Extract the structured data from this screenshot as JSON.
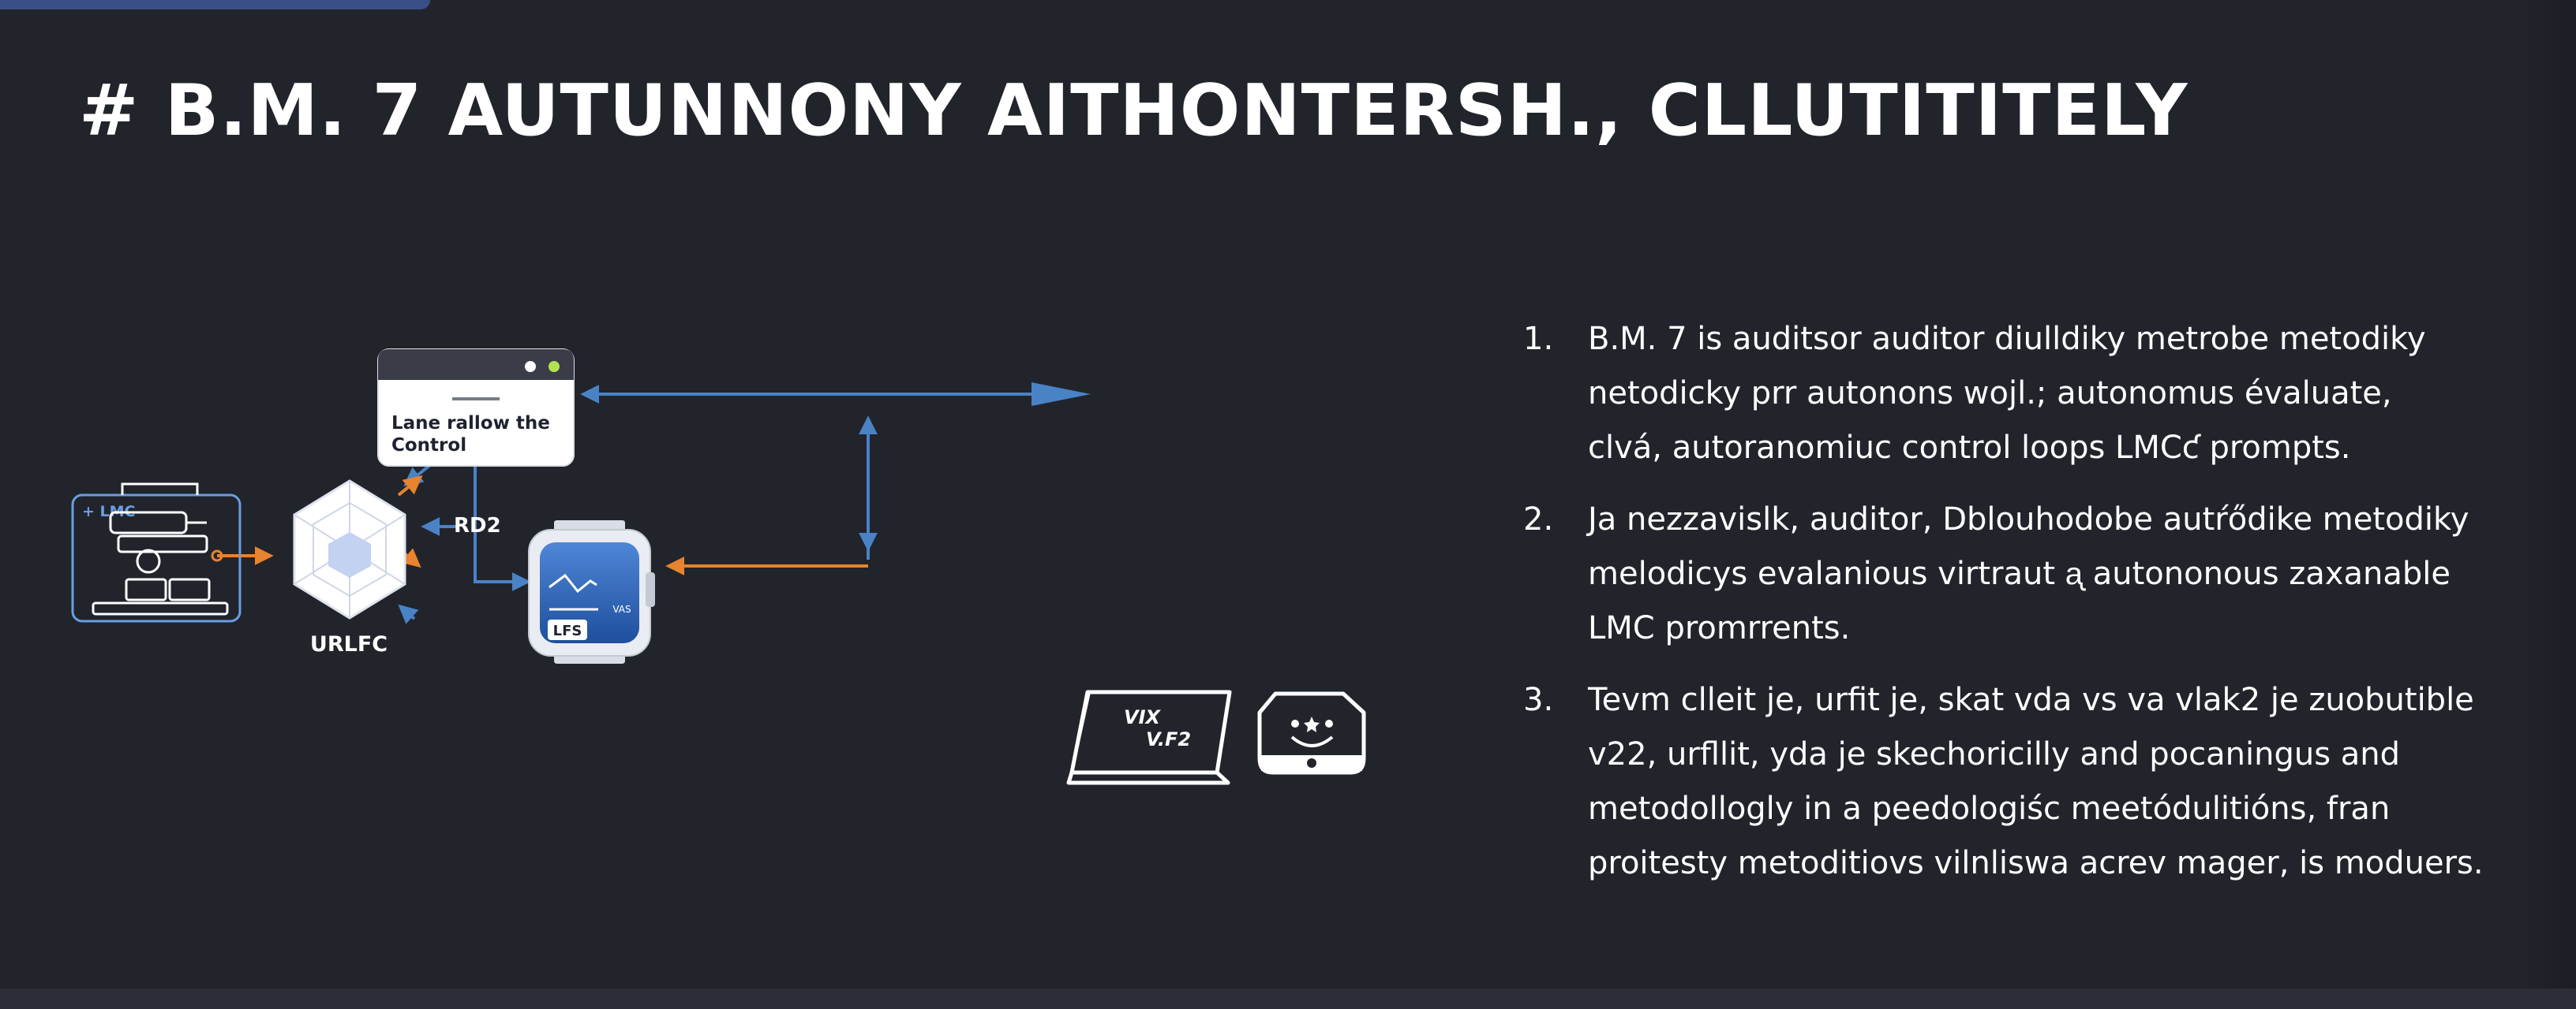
{
  "title": "# B.M. 7 AUTUNNONY AITHONTERSH., CLLUTITITELY",
  "diagram": {
    "lmc_tag": "+ LMC",
    "hex_label": "URLFC",
    "window_label_1": "Lane rallow the",
    "window_label_2": "Control",
    "rd_label": "RD2",
    "phone_badge": "LFS",
    "phone_mini": "VAS",
    "laptop_line_1": "VIX",
    "laptop_line_2": "V.F2",
    "colors": {
      "blue_arrow": "#4a82c6",
      "orange_arrow": "#e8832e",
      "outline": "#ffffff",
      "lmc_outline": "#6a9ee0"
    }
  },
  "list": [
    {
      "num": "1.",
      "lines": [
        "B.M. 7 is auditsor auditor diulldiky metrobe metodiky",
        "netodicky prr autonons wojl.; autonomus évaluate,",
        "clvá, autoranomiuc control loops LMCƈ prompts."
      ]
    },
    {
      "num": "2.",
      "lines": [
        "Ja nezzavislk, auditor, Dblouhodobe autŕődike metodiky",
        "melodicys evalanious virtraut ᶏ autononous zaxanable",
        "LMC promrrents."
      ]
    },
    {
      "num": "3.",
      "lines": [
        "Tevm clleit je, urfit je, skat vda vs va vlak2 je zuobutible",
        "v22, urfllit, yda je skechoricilly and pocaningus and",
        "metodollogly in a peedologiśc meetódulitións, fran",
        "proitesty metoditiovs vilnliswa acrev mager, is moduers."
      ]
    }
  ]
}
